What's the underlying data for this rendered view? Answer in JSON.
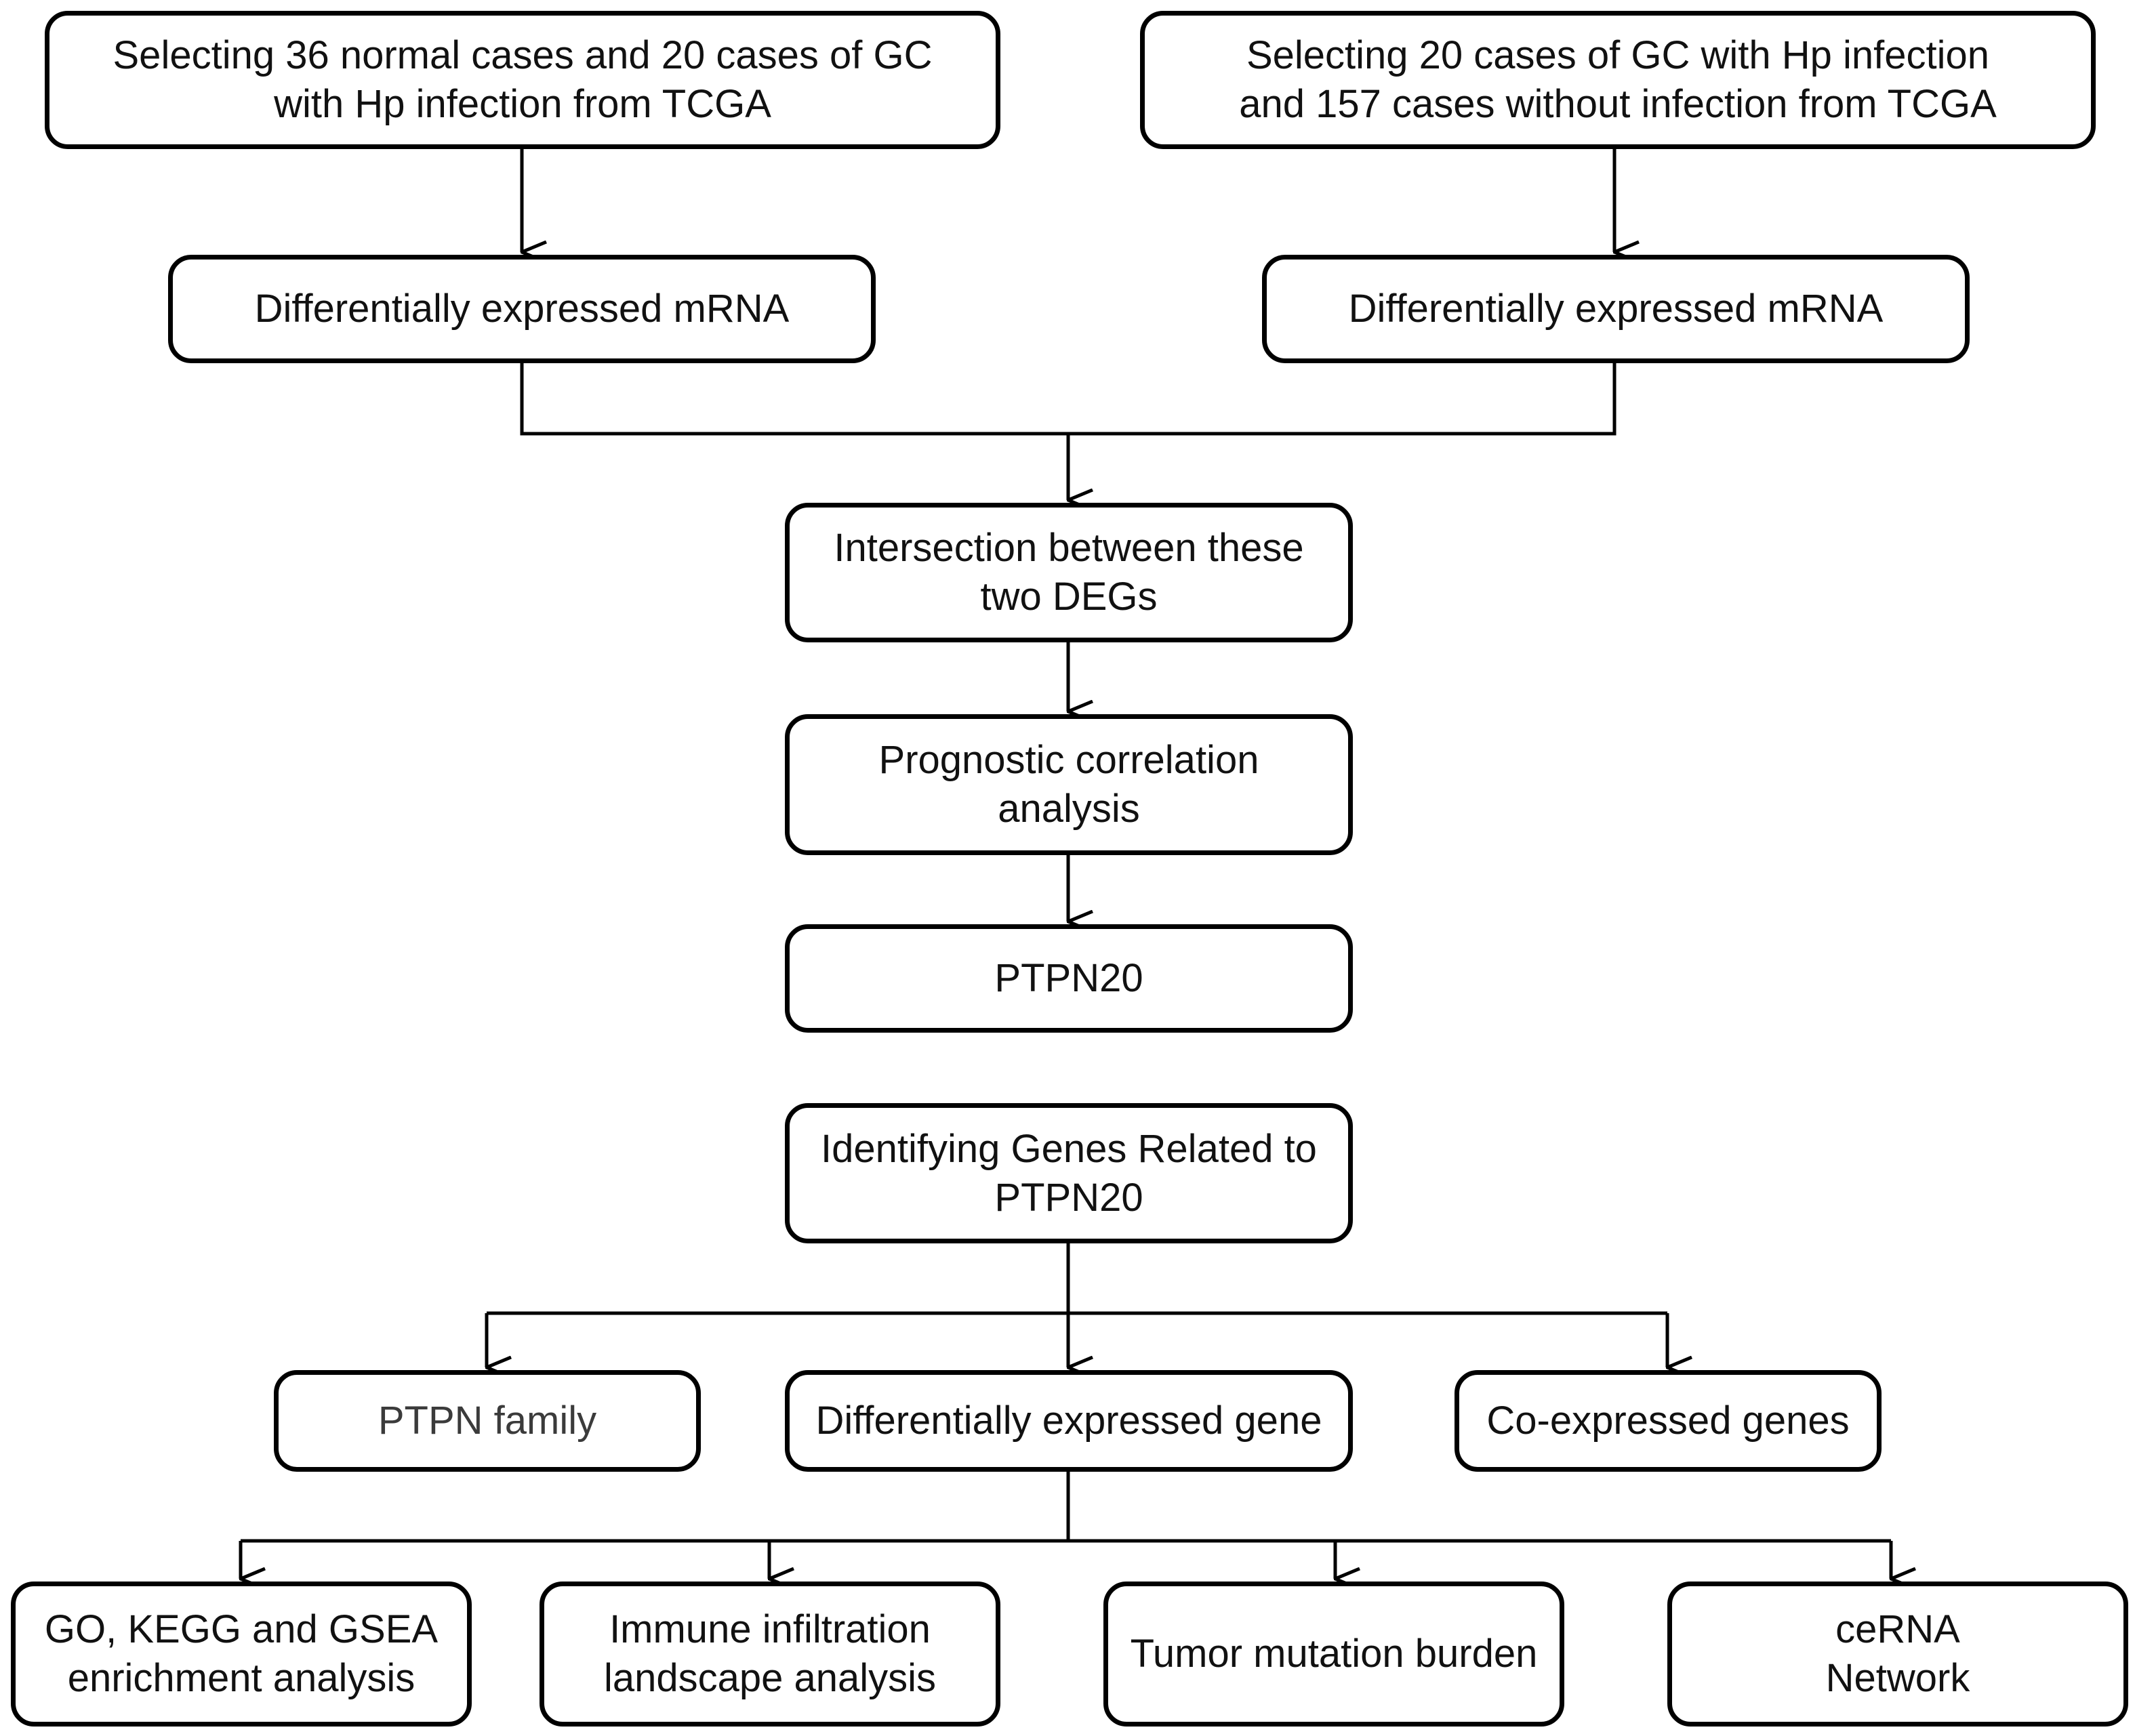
{
  "colors": {
    "stroke": "#000000",
    "text": "#111111",
    "muted_text": "#3b3b3b",
    "background": "#ffffff"
  },
  "nodes": {
    "source_left": {
      "line1": "Selecting 36 normal cases and 20 cases of GC",
      "line2": "with Hp infection from TCGA"
    },
    "source_right": {
      "line1": "Selecting 20 cases of GC with Hp infection",
      "line2": "and 157 cases without infection from TCGA"
    },
    "deg_left": {
      "label": "Differentially expressed mRNA"
    },
    "deg_right": {
      "label": "Differentially expressed mRNA"
    },
    "intersection": {
      "line1": "Intersection between these",
      "line2": "two DEGs"
    },
    "prognostic": {
      "line1": "Prognostic correlation",
      "line2": "analysis"
    },
    "ptpn20": {
      "label": "PTPN20"
    },
    "identifying": {
      "line1": "Identifying Genes Related to",
      "line2": "PTPN20"
    },
    "ptpn_family": {
      "label": "PTPN family"
    },
    "deg_gene": {
      "label": "Differentially expressed gene"
    },
    "coexpressed": {
      "label": "Co-expressed genes"
    },
    "enrichment": {
      "line1": "GO, KEGG and GSEA",
      "line2": "enrichment analysis"
    },
    "immune": {
      "line1": "Immune infiltration",
      "line2": "landscape analysis"
    },
    "tmb": {
      "label": "Tumor mutation burden"
    },
    "cerna": {
      "line1": "ceRNA",
      "line2": "Network"
    }
  }
}
